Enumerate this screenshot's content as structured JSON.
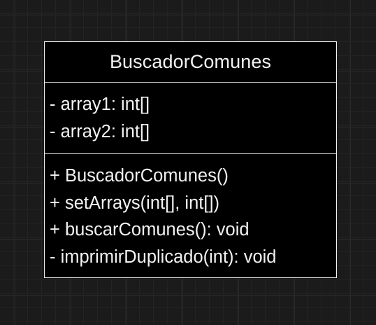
{
  "diagram": {
    "class_name": "BuscadorComunes",
    "attributes": [
      "- array1: int[]",
      "- array2: int[]"
    ],
    "methods": [
      "+ BuscadorComunes()",
      "+ setArrays(int[], int[])",
      "+ buscarComunes(): void",
      "- imprimirDuplicado(int): void"
    ]
  },
  "colors": {
    "background": "#1b1b1b",
    "box_fill": "#000000",
    "stroke": "#f2f2f2",
    "text": "#f2f2f2"
  }
}
